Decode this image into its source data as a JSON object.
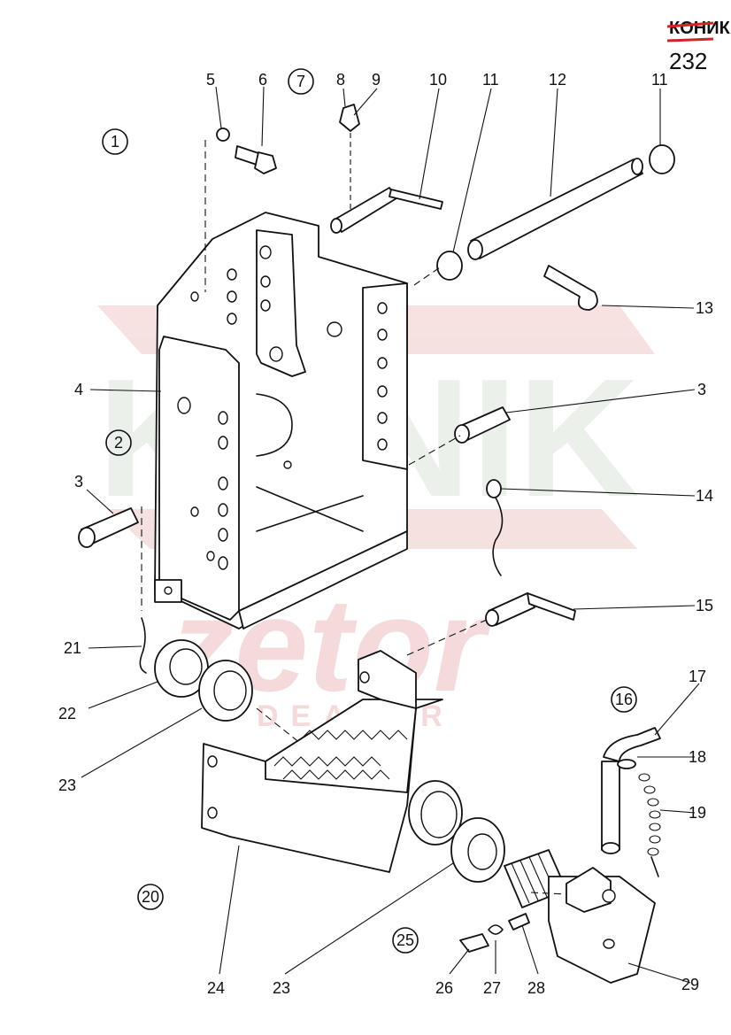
{
  "header": {
    "logo_text": "КОНИК",
    "page_code": "232",
    "brand_color": "#d22222"
  },
  "watermark": {
    "brand": "KONIK",
    "logo": "zetor",
    "subtitle": "DEALER",
    "color": "#f2d2d2"
  },
  "circled_labels": [
    {
      "id": "c1",
      "text": "1"
    },
    {
      "id": "c2",
      "text": "2"
    },
    {
      "id": "c7",
      "text": "7"
    },
    {
      "id": "c16",
      "text": "16"
    },
    {
      "id": "c20",
      "text": "20"
    },
    {
      "id": "c25",
      "text": "25"
    }
  ],
  "part_labels": [
    {
      "id": "p5",
      "text": "5"
    },
    {
      "id": "p6",
      "text": "6"
    },
    {
      "id": "p8",
      "text": "8"
    },
    {
      "id": "p9",
      "text": "9"
    },
    {
      "id": "p10",
      "text": "10"
    },
    {
      "id": "p11a",
      "text": "11"
    },
    {
      "id": "p12",
      "text": "12"
    },
    {
      "id": "p11b",
      "text": "11"
    },
    {
      "id": "p13",
      "text": "13"
    },
    {
      "id": "p4",
      "text": "4"
    },
    {
      "id": "p3a",
      "text": "3"
    },
    {
      "id": "p3b",
      "text": "3"
    },
    {
      "id": "p14",
      "text": "14"
    },
    {
      "id": "p15",
      "text": "15"
    },
    {
      "id": "p21",
      "text": "21"
    },
    {
      "id": "p22",
      "text": "22"
    },
    {
      "id": "p17",
      "text": "17"
    },
    {
      "id": "p18",
      "text": "18"
    },
    {
      "id": "p19",
      "text": "19"
    },
    {
      "id": "p23a",
      "text": "23"
    },
    {
      "id": "p24",
      "text": "24"
    },
    {
      "id": "p23b",
      "text": "23"
    },
    {
      "id": "p26",
      "text": "26"
    },
    {
      "id": "p27",
      "text": "27"
    },
    {
      "id": "p28",
      "text": "28"
    },
    {
      "id": "p29",
      "text": "29"
    }
  ]
}
